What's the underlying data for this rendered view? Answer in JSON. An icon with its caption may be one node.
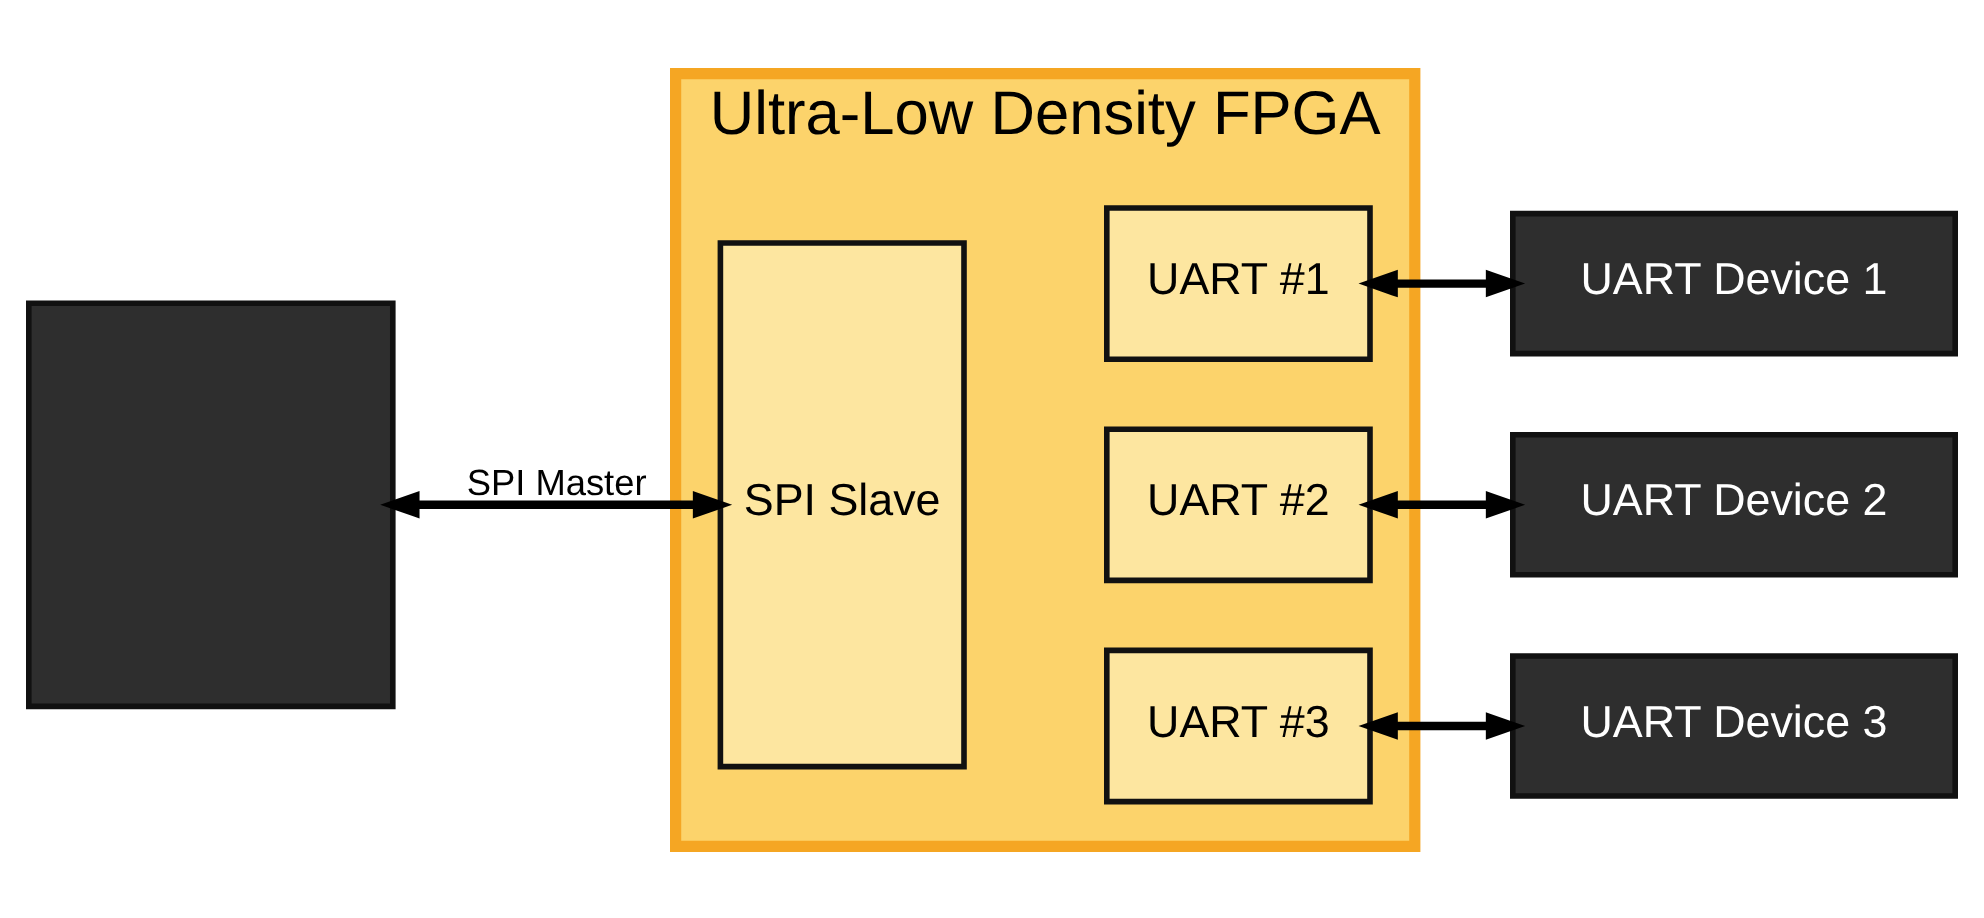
{
  "diagram": {
    "nodes": [
      {
        "text": [],
        "shape": "box"
      },
      {
        "text": [
          "Ultra-Low Density FPGA"
        ]
      },
      {
        "text": [
          "SPI Slave"
        ],
        "in": 1
      },
      {
        "text": [
          "UART #1"
        ],
        "in": 1
      },
      {
        "text": [
          "UART #2"
        ],
        "in": 1
      },
      {
        "text": [
          "UART #3"
        ],
        "in": 1
      },
      {
        "text": [
          "UART Device 1"
        ]
      },
      {
        "text": [
          "UART Device 2"
        ]
      },
      {
        "text": [
          "UART Device 3"
        ]
      }
    ],
    "edges": [
      {
        "from": 0,
        "to": 2,
        "arrow": "both",
        "label": "SPI Master"
      },
      {
        "from": 3,
        "to": 6,
        "arrow": "both"
      },
      {
        "from": 4,
        "to": 7,
        "arrow": "both"
      },
      {
        "from": 5,
        "to": 8,
        "arrow": "both"
      }
    ]
  }
}
